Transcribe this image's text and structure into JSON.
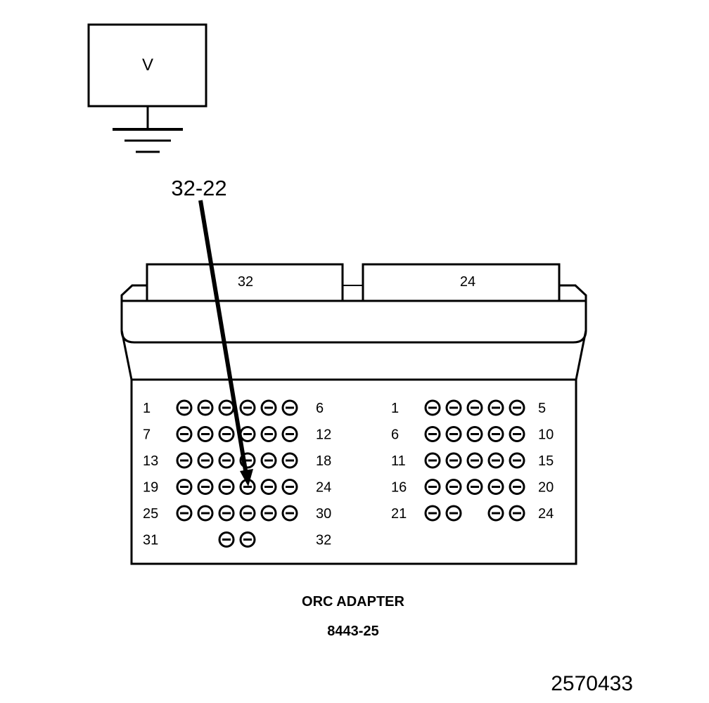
{
  "meter": {
    "label": "V"
  },
  "callout": {
    "label": "32-22"
  },
  "connectors": {
    "left": {
      "header_label": "32",
      "rows": [
        {
          "start": "1",
          "end": "6",
          "pins": [
            1,
            1,
            1,
            1,
            1,
            1
          ]
        },
        {
          "start": "7",
          "end": "12",
          "pins": [
            1,
            1,
            1,
            1,
            1,
            1
          ]
        },
        {
          "start": "13",
          "end": "18",
          "pins": [
            1,
            1,
            1,
            1,
            1,
            1
          ]
        },
        {
          "start": "19",
          "end": "24",
          "pins": [
            1,
            1,
            1,
            1,
            1,
            1
          ]
        },
        {
          "start": "25",
          "end": "30",
          "pins": [
            1,
            1,
            1,
            1,
            1,
            1
          ]
        },
        {
          "start": "31",
          "end": "32",
          "pins": [
            0,
            0,
            1,
            1,
            0,
            0
          ]
        }
      ]
    },
    "right": {
      "header_label": "24",
      "rows": [
        {
          "start": "1",
          "end": "5",
          "pins": [
            1,
            1,
            1,
            1,
            1
          ]
        },
        {
          "start": "6",
          "end": "10",
          "pins": [
            1,
            1,
            1,
            1,
            1
          ]
        },
        {
          "start": "11",
          "end": "15",
          "pins": [
            1,
            1,
            1,
            1,
            1
          ]
        },
        {
          "start": "16",
          "end": "20",
          "pins": [
            1,
            1,
            1,
            1,
            1
          ]
        },
        {
          "start": "21",
          "end": "24",
          "pins": [
            1,
            1,
            0,
            1,
            1
          ]
        }
      ]
    }
  },
  "caption": {
    "title": "ORC ADAPTER",
    "part_number": "8443-25"
  },
  "figure_id": "2570433"
}
